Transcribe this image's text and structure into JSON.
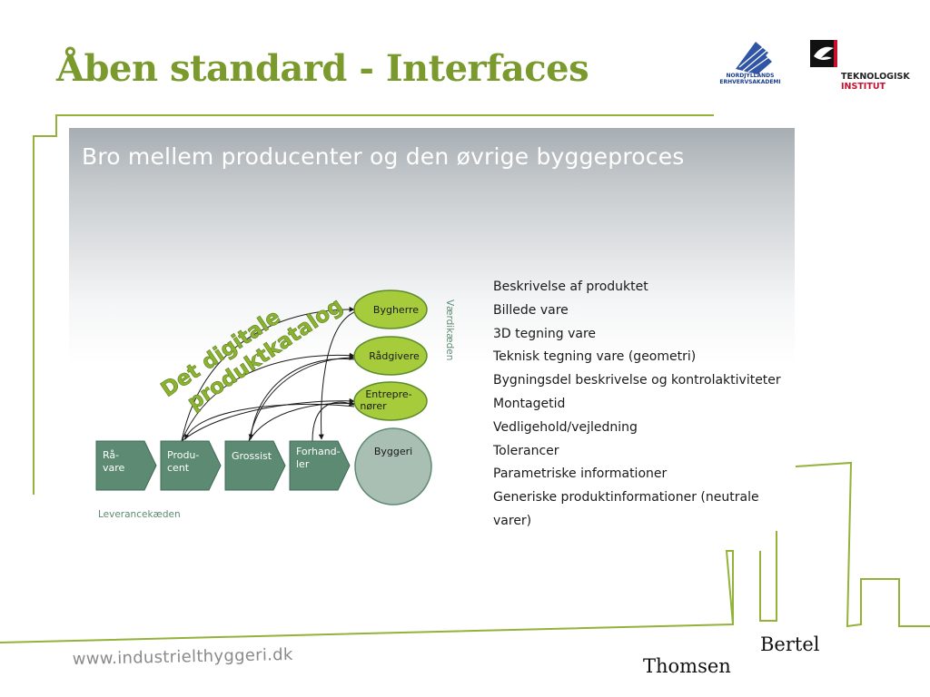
{
  "slide": {
    "title": "Åben standard - Interfaces",
    "footer_url": "www.industrielthyggeri.dk",
    "author_first": "Bertel",
    "author_last": "Thomsen"
  },
  "logos": {
    "logo1_lines": [
      "NORDJYLLANDS",
      "ERHVERVSAKADEMI"
    ],
    "logo2_lines": [
      "TEKNOLOGISK",
      "INSTITUT"
    ]
  },
  "figure": {
    "heading": "Bro mellem producenter og den øvrige byggeproces",
    "chain_nodes": [
      {
        "line1": "Rå-",
        "line2": "vare"
      },
      {
        "line1": "Produ-",
        "line2": "cent"
      },
      {
        "line1": "Grossist",
        "line2": ""
      },
      {
        "line1": "Forhand-",
        "line2": "ler"
      }
    ],
    "chain_caption": "Leverancekæden",
    "byggeri_label": "Byggeri",
    "value_nodes": [
      {
        "line1": "Bygherre",
        "line2": ""
      },
      {
        "line1": "Rådgivere",
        "line2": ""
      },
      {
        "line1": "Entrepre-",
        "line2": "nører"
      }
    ],
    "value_chain_caption": "Værdikæden",
    "catalog_label": [
      "Det digitale",
      "produktkatalog"
    ],
    "colors": {
      "chain_fill": "#5d8a72",
      "oval_fill": "#a6cc3c",
      "byggeri_fill": "#a9bfb3",
      "catalog_text": "#8ab42e",
      "accent_line": "#93b23a"
    }
  },
  "info_items": [
    "Beskrivelse af produktet",
    "Billede vare",
    "3D tegning vare",
    "Teknisk tegning vare (geometri)",
    "Bygningsdel beskrivelse og kontrolaktiviteter",
    "Montagetid",
    "Vedligehold/vejledning",
    "Tolerancer",
    "Parametriske informationer",
    "Generiske produktinformationer (neutrale varer)"
  ]
}
